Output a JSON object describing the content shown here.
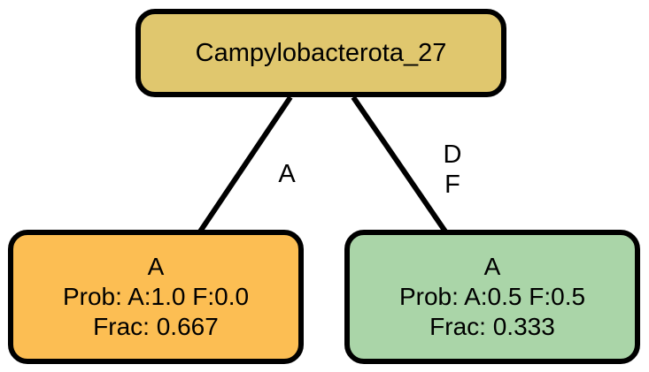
{
  "root": {
    "label": "Campylobacterota_27",
    "fill": "#e0c76e"
  },
  "children": [
    {
      "edge_labels": [
        "A"
      ],
      "state": "A",
      "prob": "Prob: A:1.0 F:0.0",
      "frac": "Frac: 0.667",
      "fill": "#fcbe53"
    },
    {
      "edge_labels": [
        "D",
        "F"
      ],
      "state": "A",
      "prob": "Prob: A:0.5 F:0.5",
      "frac": "Frac: 0.333",
      "fill": "#aad5a8"
    }
  ],
  "stroke_color": "#000000"
}
